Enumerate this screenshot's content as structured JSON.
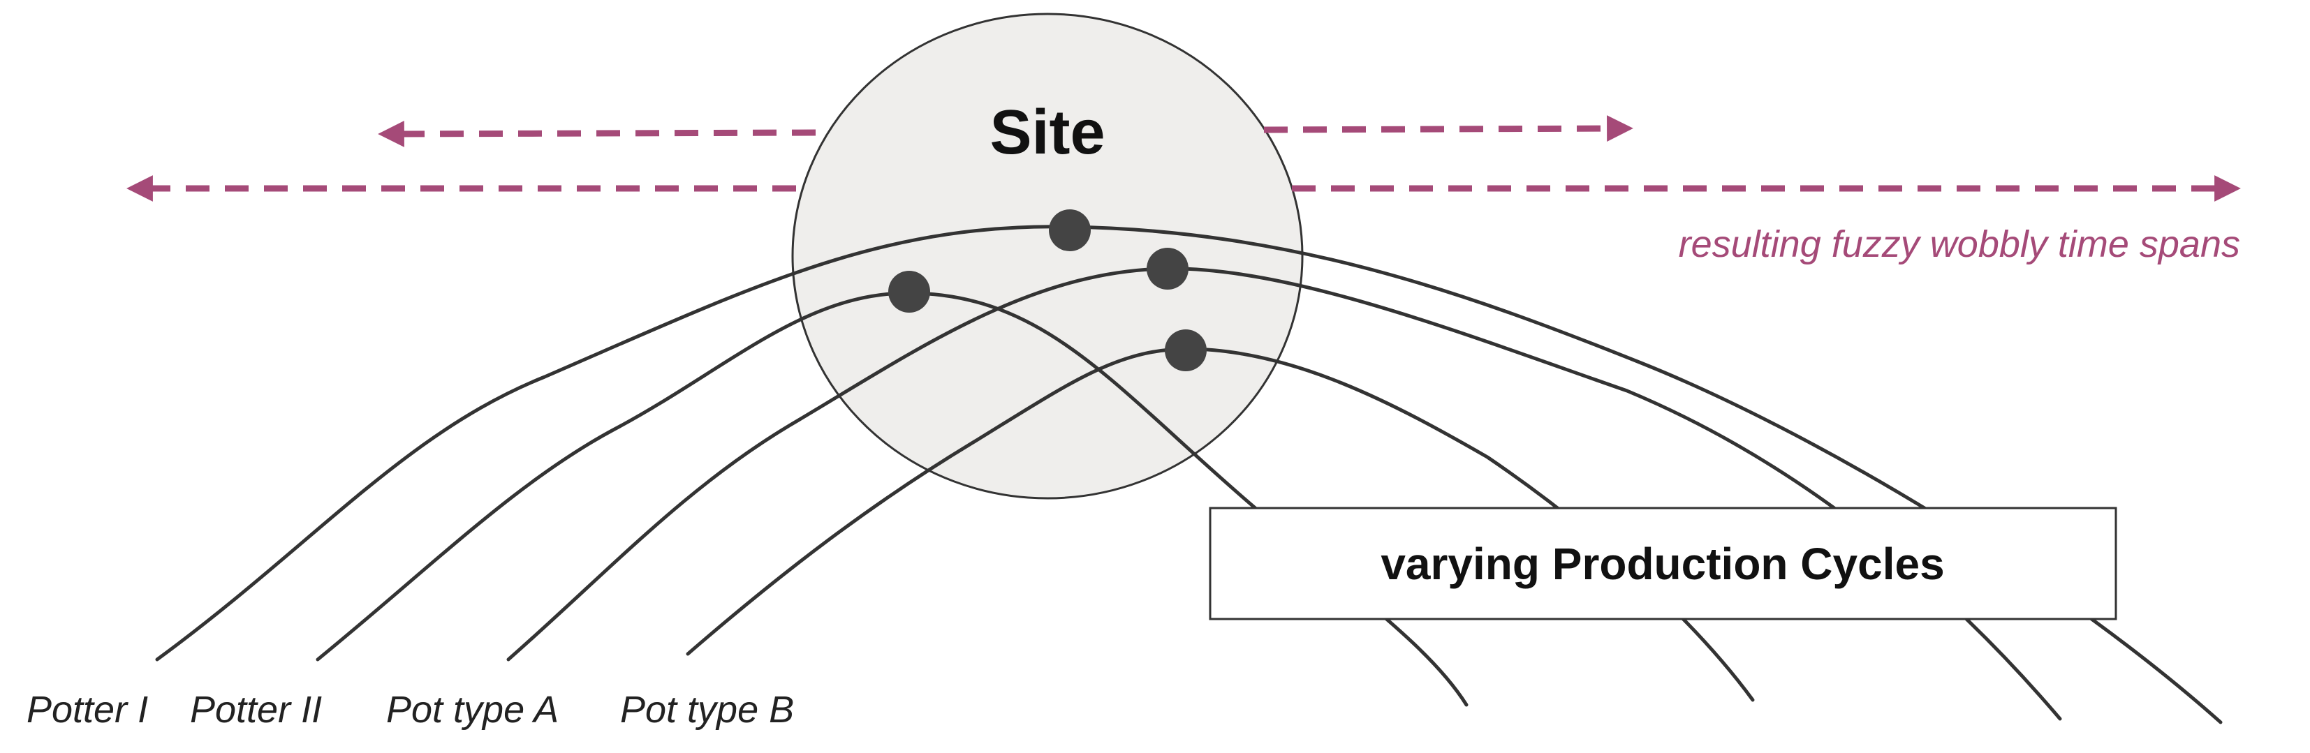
{
  "site": {
    "label": "Site"
  },
  "production_box": {
    "label": "varying Production Cycles"
  },
  "time_spans": {
    "label": "resulting fuzzy wobbly time spans"
  },
  "curves": [
    {
      "label": "Potter I"
    },
    {
      "label": "Potter II"
    },
    {
      "label": "Pot type A"
    },
    {
      "label": "Pot type B"
    }
  ],
  "colors": {
    "accent": "#a54a78",
    "circle_fill": "#efeeec",
    "line": "#333333",
    "dot": "#444444"
  }
}
